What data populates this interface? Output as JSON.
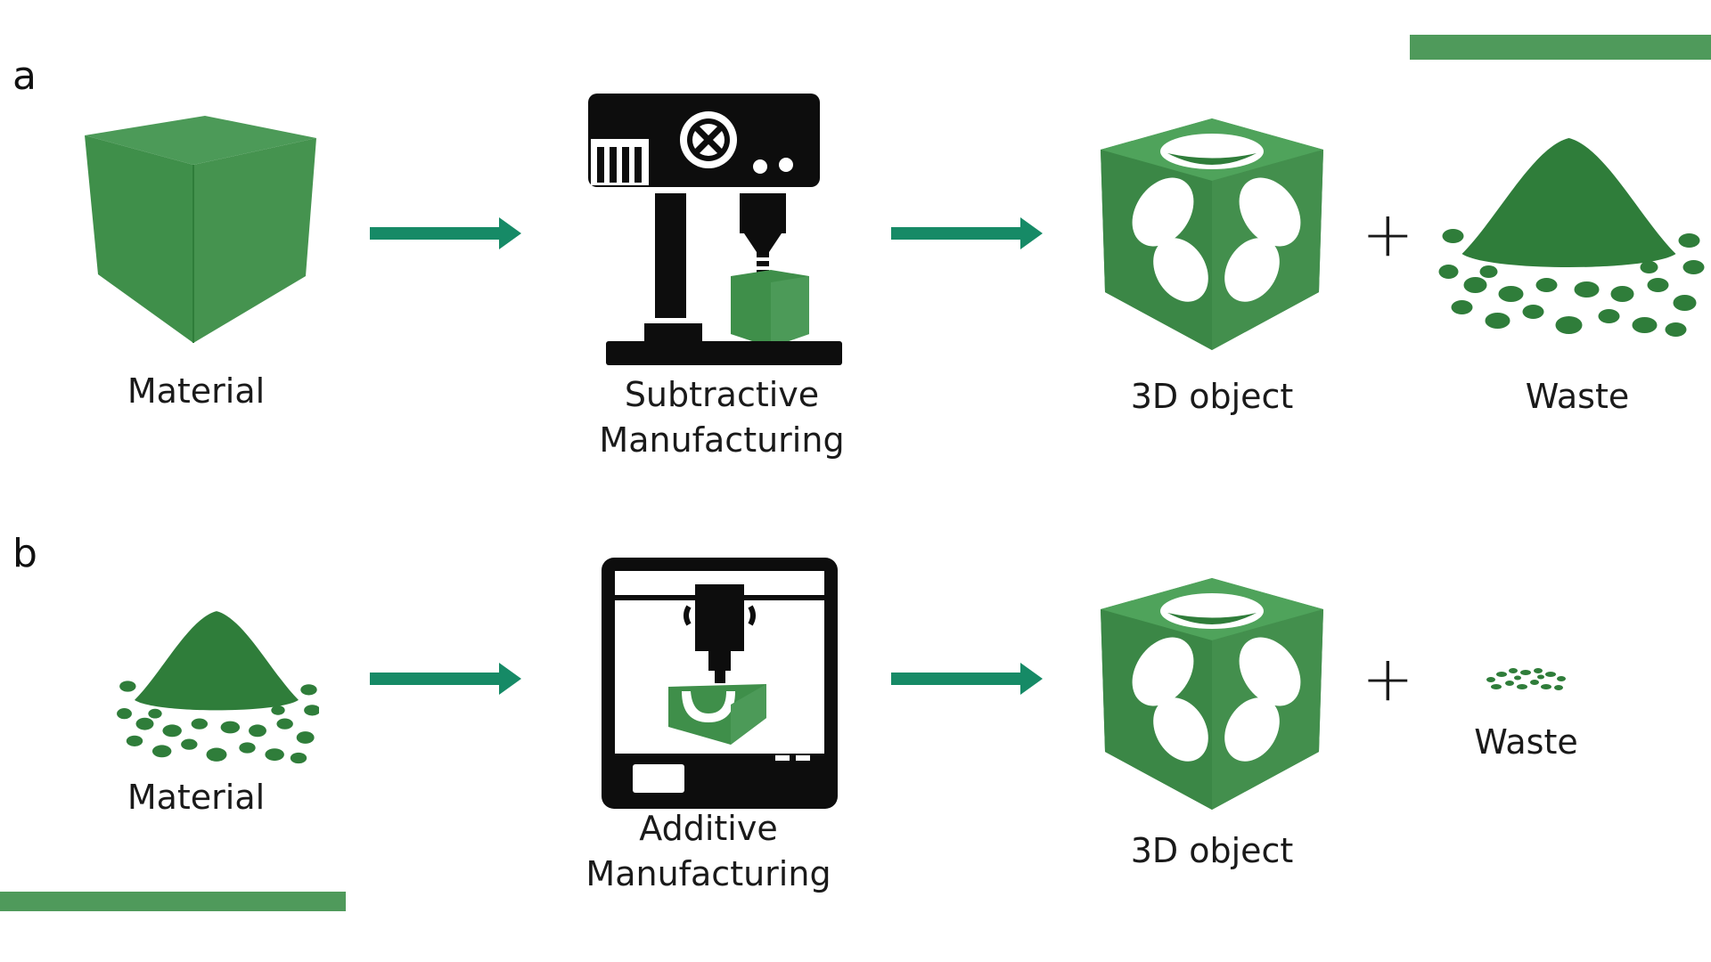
{
  "colors": {
    "accent_bar": "#4f9a5b",
    "arrow": "#168a66",
    "material_green": "#3f8f4a",
    "dark_green": "#2f7d3a",
    "machine_black": "#0d0d0d"
  },
  "icons": {
    "material_cube": "cube-icon",
    "material_powder": "powder-pile-icon",
    "subtractive_machine": "milling-machine-icon",
    "additive_machine": "3d-printer-icon",
    "object": "lattice-cube-icon",
    "waste_large": "waste-pile-icon",
    "waste_small": "waste-particles-icon",
    "arrow": "arrow-right-icon"
  },
  "panel_a": {
    "letter": "a",
    "material_label": "Material",
    "process_label_line1": "Subtractive",
    "process_label_line2": "Manufacturing",
    "object_label": "3D object",
    "plus": "+",
    "waste_label": "Waste"
  },
  "panel_b": {
    "letter": "b",
    "material_label": "Material",
    "process_label_line1": "Additive",
    "process_label_line2": "Manufacturing",
    "object_label": "3D object",
    "plus": "+",
    "waste_label": "Waste"
  }
}
